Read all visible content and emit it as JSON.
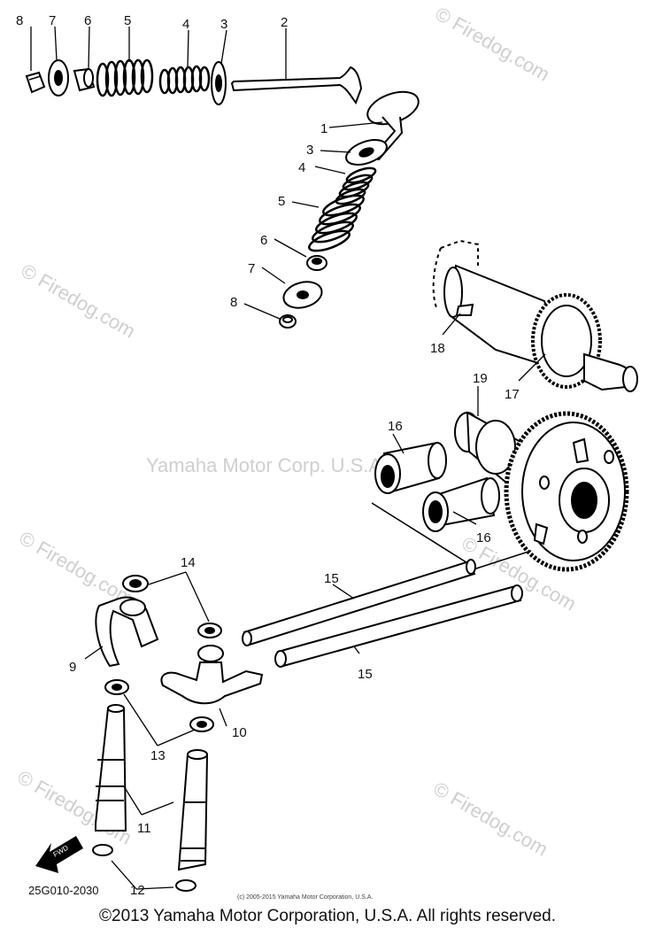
{
  "watermarks": {
    "top": "© Firedog.com",
    "left_upper": "© Firedog.com",
    "center": "Yamaha Motor Corp. U.S.A.",
    "left_middle": "© Firedog.com",
    "right_middle": "© Firedog.com",
    "left_lower": "© Firedog.com",
    "right_lower": "© Firedog.com"
  },
  "callouts": {
    "p8_top": "8",
    "p7_top": "7",
    "p6_top": "6",
    "p5_top": "5",
    "p4_top": "4",
    "p3_top": "3",
    "p2": "2",
    "p1": "1",
    "p3_mid": "3",
    "p4_mid": "4",
    "p5_mid": "5",
    "p6_mid": "6",
    "p7_mid": "7",
    "p8_mid": "8",
    "p18": "18",
    "p17": "17",
    "p19": "19",
    "p16_a": "16",
    "p16_b": "16",
    "p14": "14",
    "p15_a": "15",
    "p15_b": "15",
    "p9": "9",
    "p10": "10",
    "p13": "13",
    "p11": "11",
    "p12": "12"
  },
  "front_arrow_label": "FWD",
  "part_code": "25G010-2030",
  "small_copyright": "(c) 2005-2015 Yamaha Motor Corporation, U.S.A.",
  "footer": "©2013 Yamaha Motor Corporation, U.S.A. All rights reserved."
}
